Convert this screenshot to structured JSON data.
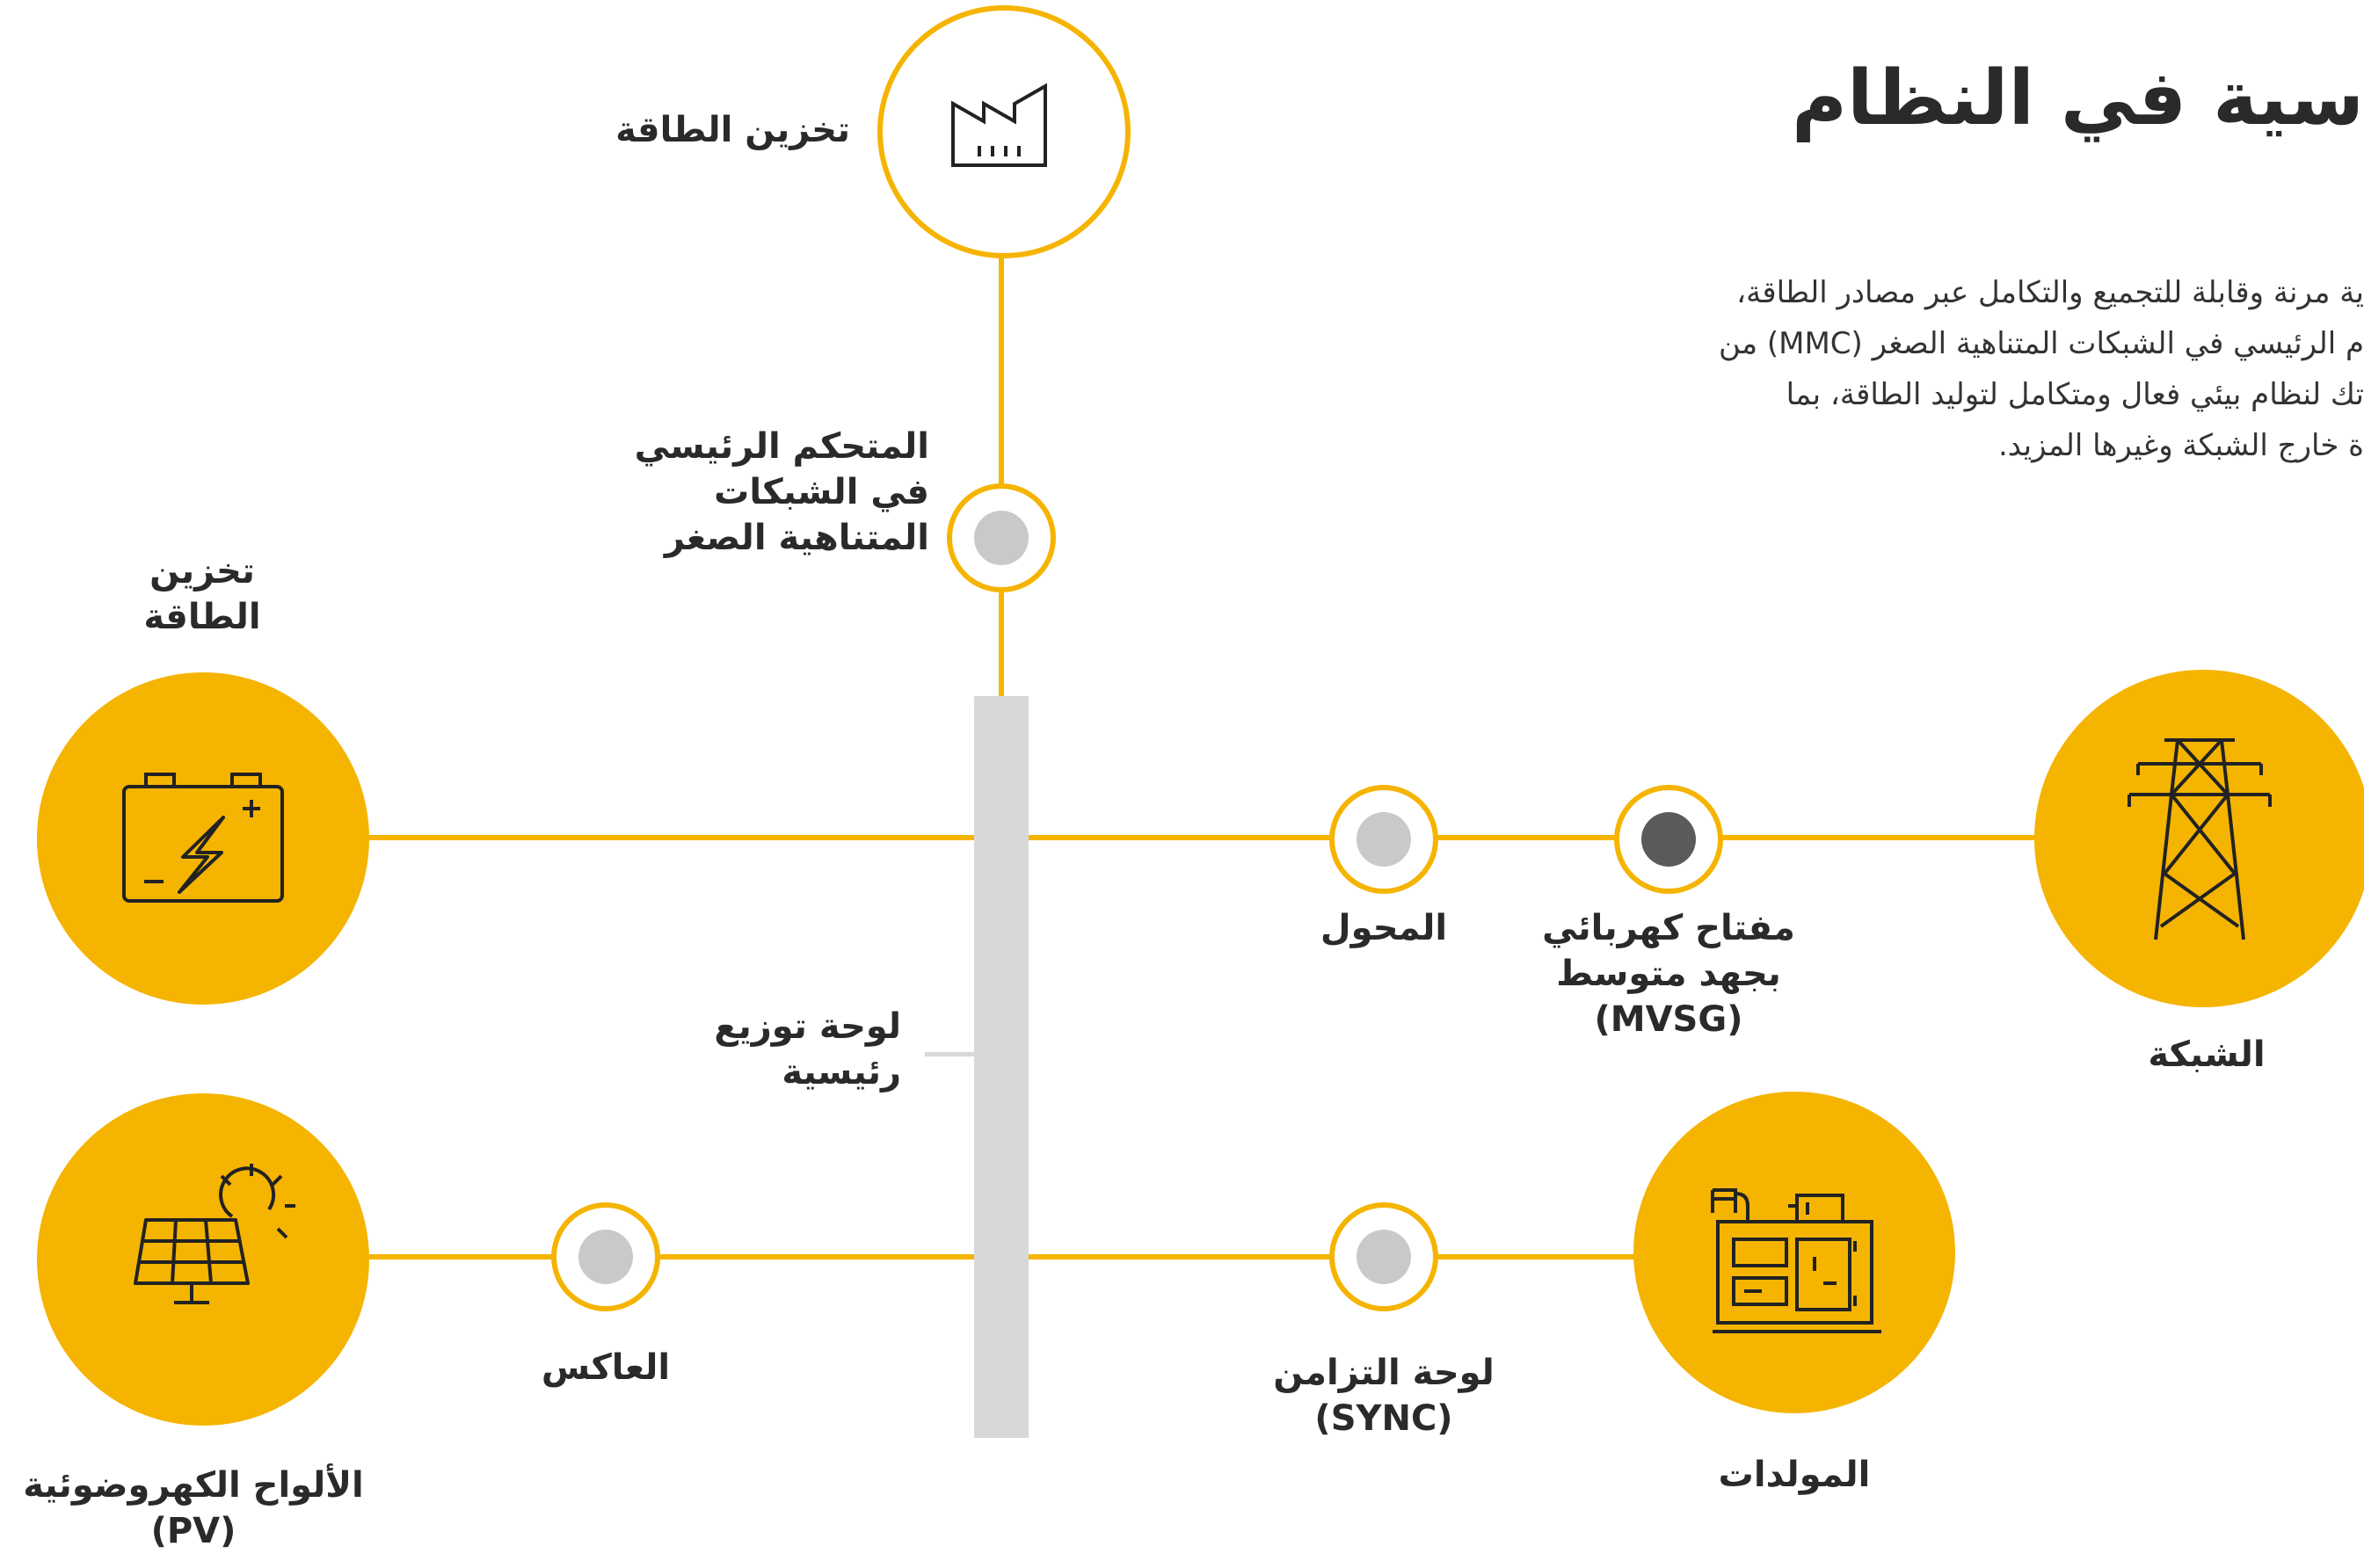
{
  "header": {
    "title": "سية في النظام",
    "paragraph": [
      "ية مرنة وقابلة للتجميع والتكامل عبر مصادر الطاقة،",
      "م الرئيسي في الشبكات المتناهية الصغر (MMC) من",
      "تك لنظام بيئي فعال ومتكامل لتوليد الطاقة، بما",
      "ة خارج الشبكة وغيرها المزيد."
    ]
  },
  "diagram": {
    "top_node": {
      "label": "تخزين الطاقة",
      "icon": "factory-icon"
    },
    "mmc": {
      "label": [
        "المتحكم الرئيسي",
        "في الشبكات",
        "المتناهية الصغر"
      ]
    },
    "storage": {
      "label": [
        "تخزين",
        "الطاقة"
      ],
      "icon": "battery-icon"
    },
    "pv": {
      "label": [
        "الألواح الكهروضوئية",
        "(PV)"
      ],
      "icon": "solar-panel-icon"
    },
    "busbar": {
      "label": [
        "لوحة توزيع",
        "رئيسية"
      ]
    },
    "transformer": {
      "label": "المحول"
    },
    "mvsg": {
      "label": [
        "مفتاح كهربائي",
        "بجهد متوسط",
        "(MVSG)"
      ]
    },
    "grid": {
      "label": "الشبكة",
      "icon": "transmission-tower-icon"
    },
    "inverter": {
      "label": "العاكس"
    },
    "sync": {
      "label": [
        "لوحة التزامن",
        "(SYNC)"
      ]
    },
    "generators": {
      "label": "المولدات",
      "icon": "generator-icon"
    },
    "colors": {
      "accent": "#f5b400",
      "busbar": "#d8d8d8",
      "node_dot": "#c9c9c9",
      "node_dot_dark": "#5a5a5a"
    }
  }
}
